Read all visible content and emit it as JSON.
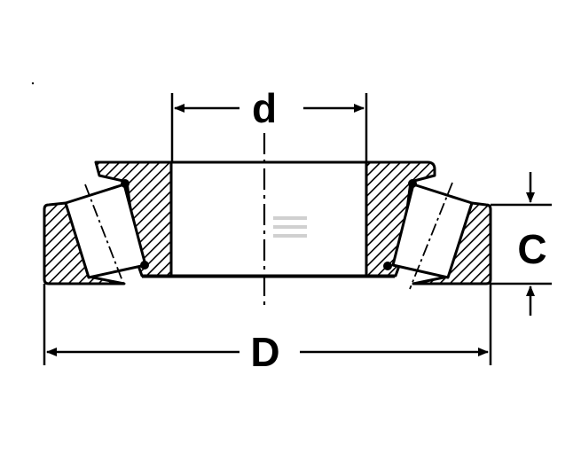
{
  "labels": {
    "inner_diameter": "d",
    "outer_diameter": "D",
    "cup_width": "C"
  },
  "colors": {
    "ink": "#000000",
    "paper": "#ffffff"
  }
}
